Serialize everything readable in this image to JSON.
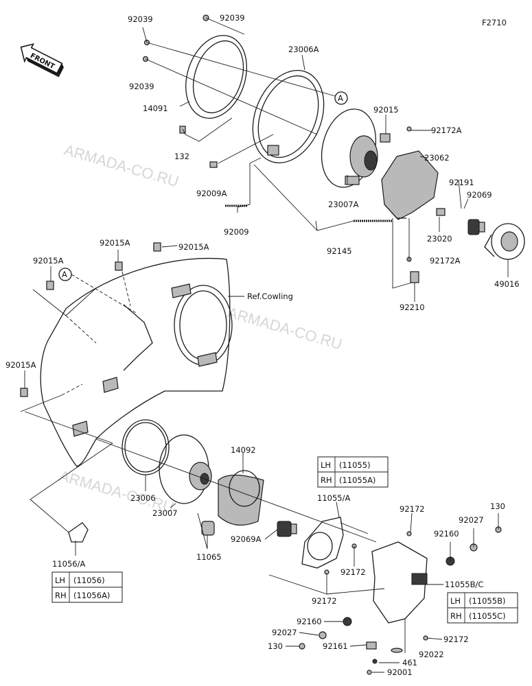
{
  "figure_code": "F2710",
  "front_label": "FRONT",
  "watermark": "ARMADA-CO.RU",
  "ref_label": "Ref.Cowling",
  "callout": "A",
  "tables": {
    "t11055": {
      "r1l": "LH",
      "r1v": "(11055)",
      "r2l": "RH",
      "r2v": "(11055A)"
    },
    "t11056": {
      "r1l": "LH",
      "r1v": "(11056)",
      "r2l": "RH",
      "r2v": "(11056A)"
    },
    "t11055b": {
      "r1l": "LH",
      "r1v": "(11055B)",
      "r2l": "RH",
      "r2v": "(11055C)"
    }
  },
  "labels": {
    "p92039a": "92039",
    "p92039b": "92039",
    "p92039c": "92039",
    "p23006a": "23006A",
    "p14091": "14091",
    "p132": "132",
    "p92015": "92015",
    "p92172a1": "92172A",
    "p23062": "23062",
    "p92191": "92191",
    "p92069": "92069",
    "p23007a": "23007A",
    "p92009a": "92009A",
    "p92009": "92009",
    "p92145": "92145",
    "p23020": "23020",
    "p92172a2": "92172A",
    "p49016": "49016",
    "p92210": "92210",
    "p92015a1": "92015A",
    "p92015a2": "92015A",
    "p92015a3": "92015A",
    "p92015a4": "92015A",
    "p14092": "14092",
    "p11055a": "11055/A",
    "p23006": "23006",
    "p23007": "23007",
    "p92069a": "92069A",
    "p11065": "11065",
    "p92172b": "92172",
    "p92172c": "92172",
    "p92172d": "92172",
    "p130a": "130",
    "p92027a": "92027",
    "p92160a": "92160",
    "p11055bc": "11055B/C",
    "p11056a": "11056/A",
    "p92160b": "92160",
    "p92027b": "92027",
    "p130b": "130",
    "p92161": "92161",
    "p92172e": "92172",
    "p92022": "92022",
    "p461": "461",
    "p92001": "92001"
  }
}
